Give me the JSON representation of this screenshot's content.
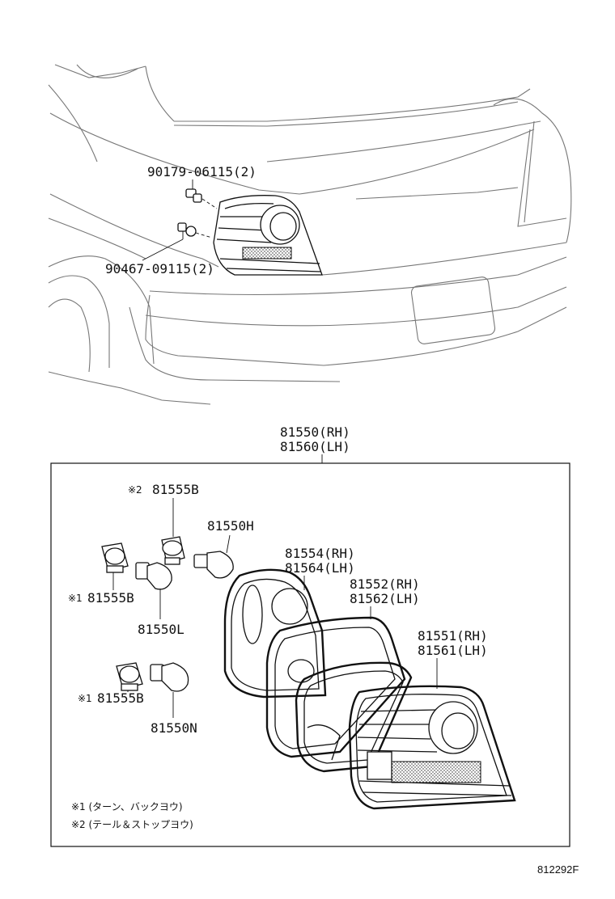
{
  "diagram": {
    "part_labels": {
      "bolt_upper": "90179-06115(2)",
      "bolt_lower": "90467-09115(2)",
      "assy_rh": "81550(RH)",
      "assy_lh": "81560(LH)",
      "socket_tail_stop": "81555B",
      "socket_tail_stop_mark": "※2",
      "bulb_tail_stop": "81550H",
      "socket_turn": "81555B",
      "socket_turn_mark": "※1",
      "bulb_turn": "81550L",
      "socket_back": "81555B",
      "socket_back_mark": "※1",
      "bulb_back": "81550N",
      "gasket_rh": "81554(RH)",
      "gasket_lh": "81564(LH)",
      "body_rh": "81552(RH)",
      "body_lh": "81562(LH)",
      "lens_rh": "81551(RH)",
      "lens_lh": "81561(LH)"
    },
    "notes": [
      "※1 (ターン、バックヨウ)",
      "※2 (テール＆ストップヨウ)"
    ],
    "reference_code": "812292F"
  }
}
